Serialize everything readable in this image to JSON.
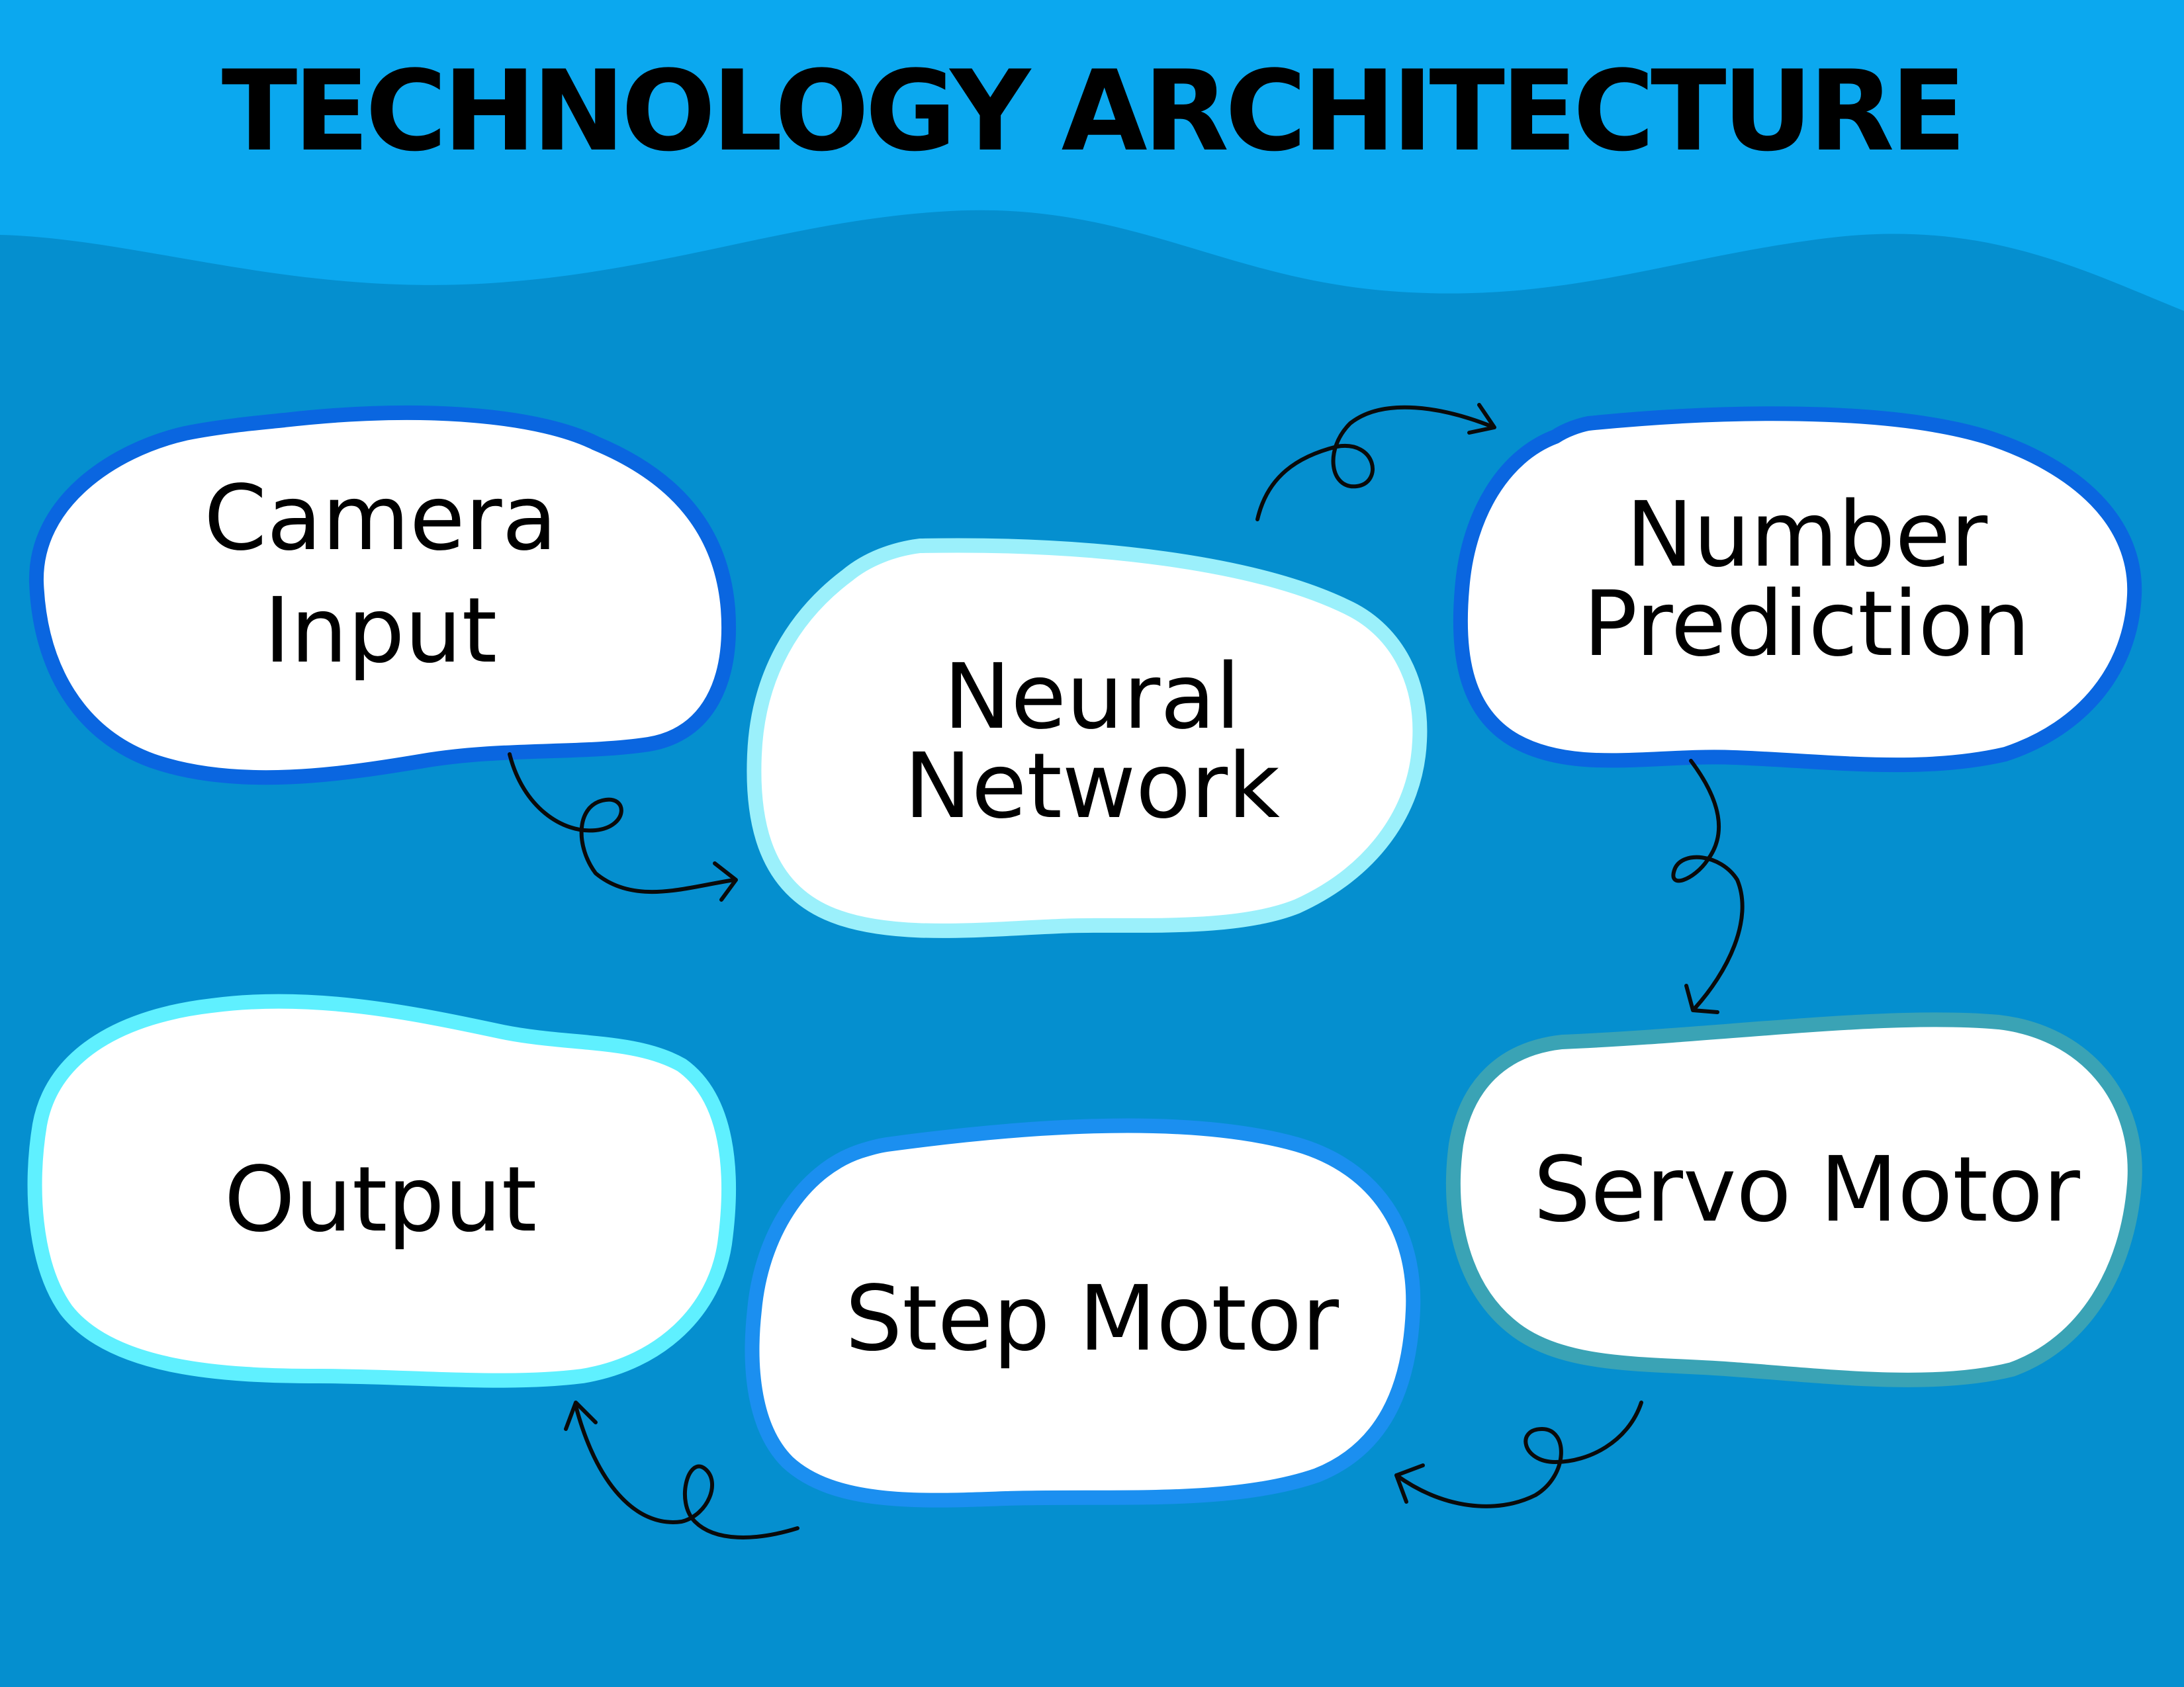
{
  "title": "TECHNOLOGY ARCHITECTURE",
  "colors": {
    "header": "#0ba8ef",
    "background": "#058fcf",
    "node_fill": "#ffffff",
    "border_blue": "#0a66e0",
    "border_light_cyan": "#9bf0fb",
    "border_cyan": "#5ff0ff",
    "border_mid_blue": "#1b8ff0",
    "border_teal": "#3aa3b5",
    "arrow": "#0a0a0a",
    "text": "#000000"
  },
  "nodes": [
    {
      "id": "camera-input",
      "lines": [
        "Camera",
        "Input"
      ],
      "border": "#0a66e0"
    },
    {
      "id": "neural-network",
      "lines": [
        "Neural",
        "Network"
      ],
      "border": "#9bf0fb"
    },
    {
      "id": "number-prediction",
      "lines": [
        "Number",
        "Prediction"
      ],
      "border": "#0a66e0"
    },
    {
      "id": "servo-motor",
      "lines": [
        "Servo Motor"
      ],
      "border": "#3aa3b5"
    },
    {
      "id": "step-motor",
      "lines": [
        "Step Motor"
      ],
      "border": "#1b8ff0"
    },
    {
      "id": "output",
      "lines": [
        "Output"
      ],
      "border": "#5ff0ff"
    }
  ],
  "edges": [
    {
      "from": "camera-input",
      "to": "neural-network"
    },
    {
      "from": "neural-network",
      "to": "number-prediction"
    },
    {
      "from": "number-prediction",
      "to": "servo-motor"
    },
    {
      "from": "servo-motor",
      "to": "step-motor"
    },
    {
      "from": "step-motor",
      "to": "output"
    }
  ]
}
